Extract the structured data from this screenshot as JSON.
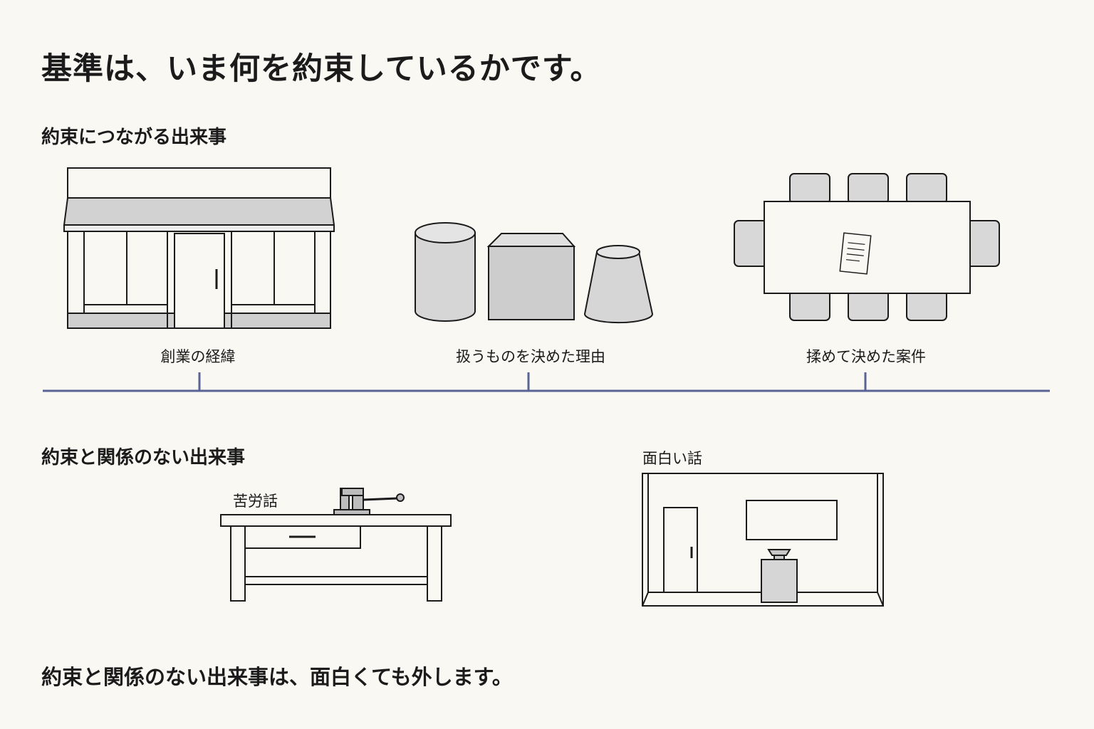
{
  "title": "基準は、いま何を約束しているかです。",
  "related": {
    "heading": "約束につながる出来事",
    "items": [
      {
        "label": "創業の経緯",
        "icon": "storefront-icon"
      },
      {
        "label": "扱うものを決めた理由",
        "icon": "products-icon"
      },
      {
        "label": "揉めて決めた案件",
        "icon": "meeting-table-icon"
      }
    ]
  },
  "unrelated": {
    "heading": "約束と関係のない出来事",
    "items": [
      {
        "label": "苦労話",
        "icon": "workbench-icon"
      },
      {
        "label": "面白い話",
        "icon": "room-icon"
      }
    ]
  },
  "footer": "約束と関係のない出来事は、面白くても外します。",
  "colors": {
    "background": "#faf8f3",
    "timeline": "#5a6494",
    "line": "#1b1b1b",
    "fill_gray": "#d2d2d2"
  }
}
